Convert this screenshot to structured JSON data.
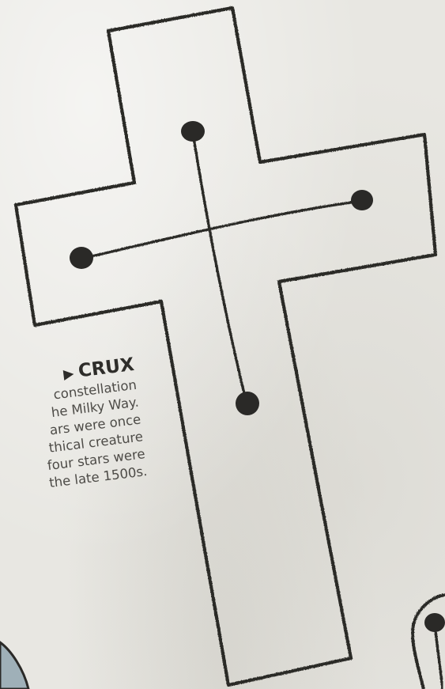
{
  "caption": {
    "heading": "CRUX",
    "arrow_icon": "triangle-right-icon",
    "lines": [
      "constellation",
      "he Milky Way.",
      "ars were once",
      "thical creature",
      "four stars were",
      "the late 1500s."
    ]
  },
  "colors": {
    "paper": "#e8e7e2",
    "ink": "#2a2927",
    "caption_text": "#4d4b47",
    "corner_shadow": "#9fb0b8"
  },
  "drawing": {
    "shape": "cross-outline",
    "star_count": 4,
    "constellation": "Crux"
  }
}
